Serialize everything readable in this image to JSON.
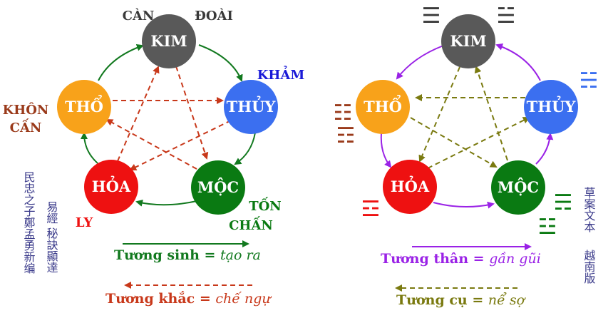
{
  "left": {
    "nodes": {
      "kim": {
        "label": "KIM",
        "color": "#595959"
      },
      "thuy": {
        "label": "THỦY",
        "color": "#3b6ff0"
      },
      "moc": {
        "label": "MỘC",
        "color": "#0a7a12"
      },
      "hoa": {
        "label": "HỎA",
        "color": "#ee1111"
      },
      "tho": {
        "label": "THỔ",
        "color": "#f8a21a"
      }
    },
    "labels": {
      "can": "CÀN",
      "doai": "ĐOÀI",
      "kham": "KHẢM",
      "khon": "KHÔN",
      "can2": "CẤN",
      "ton": "TỐN",
      "chan": "CHẤN",
      "ly": "LY"
    },
    "legend": {
      "sinh_prefix": "Tương sinh = ",
      "sinh_suffix": "tạo ra",
      "khac_prefix": "Tương khắc = ",
      "khac_suffix": "chế ngự"
    },
    "vertical_text_1": "民忠之子鄭孟勇新编",
    "vertical_text_2": "易經 秘訣顯達"
  },
  "right": {
    "nodes": {
      "kim": {
        "label": "KIM",
        "color": "#595959"
      },
      "thuy": {
        "label": "THỦY",
        "color": "#3b6ff0"
      },
      "moc": {
        "label": "MỘC",
        "color": "#0a7a12"
      },
      "hoa": {
        "label": "HỎA",
        "color": "#ee1111"
      },
      "tho": {
        "label": "THỔ",
        "color": "#f8a21a"
      }
    },
    "legend": {
      "than_prefix": "Tương thân = ",
      "than_suffix": "gần gũi",
      "cu_prefix": "Tương cụ = ",
      "cu_suffix": "nể sợ"
    },
    "vertical_text_1": "草案文本",
    "vertical_text_2": "越南版"
  },
  "colors": {
    "sinh": "#12791f",
    "khac": "#c8381a",
    "than": "#9a22e6",
    "cu": "#7a7a10",
    "label_dark": "#3a3a3a",
    "label_blue": "#1a1ad8",
    "label_brown": "#9a3a1a",
    "label_green": "#0a7a12",
    "label_red": "#ee1111",
    "cjk": "#3a3a8a"
  },
  "trigrams": {
    "kim_left": "☰",
    "kim_right": "☱",
    "thuy": "☵",
    "tho_top": "☷",
    "tho_bottom": "☶",
    "hoa": "☲",
    "moc_top": "☴",
    "moc_bottom": "☳"
  }
}
